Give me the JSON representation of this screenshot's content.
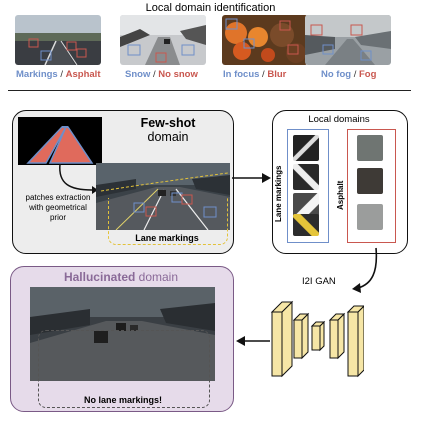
{
  "header": {
    "title": "Local domain identification"
  },
  "examples": [
    {
      "left": "Markings",
      "sep": " / ",
      "right": "Asphalt"
    },
    {
      "left": "Snow",
      "sep": " / ",
      "right": "No snow"
    },
    {
      "left": "In focus",
      "sep": " / ",
      "right": "Blur"
    },
    {
      "left": "No fog",
      "sep": " / ",
      "right": "Fog"
    }
  ],
  "fewshot": {
    "title_bold": "Few-shot",
    "title_rest": "domain",
    "patches_note": [
      "patches extraction",
      "with geometrical",
      "prior"
    ],
    "road_label": "Lane markings"
  },
  "local_domains": {
    "title": "Local domains",
    "lane_label": "Lane markings",
    "asphalt_label": "Asphalt"
  },
  "gan": {
    "label": "I2I GAN"
  },
  "hallucinated": {
    "title_bold": "Hallucinated",
    "title_rest": " domain",
    "road_label": "No lane markings!"
  },
  "colors": {
    "blue": "#6f8fc9",
    "red": "#c9574f",
    "purple_text": "#8a6a98",
    "gan_fill": "#f6e6a6"
  }
}
